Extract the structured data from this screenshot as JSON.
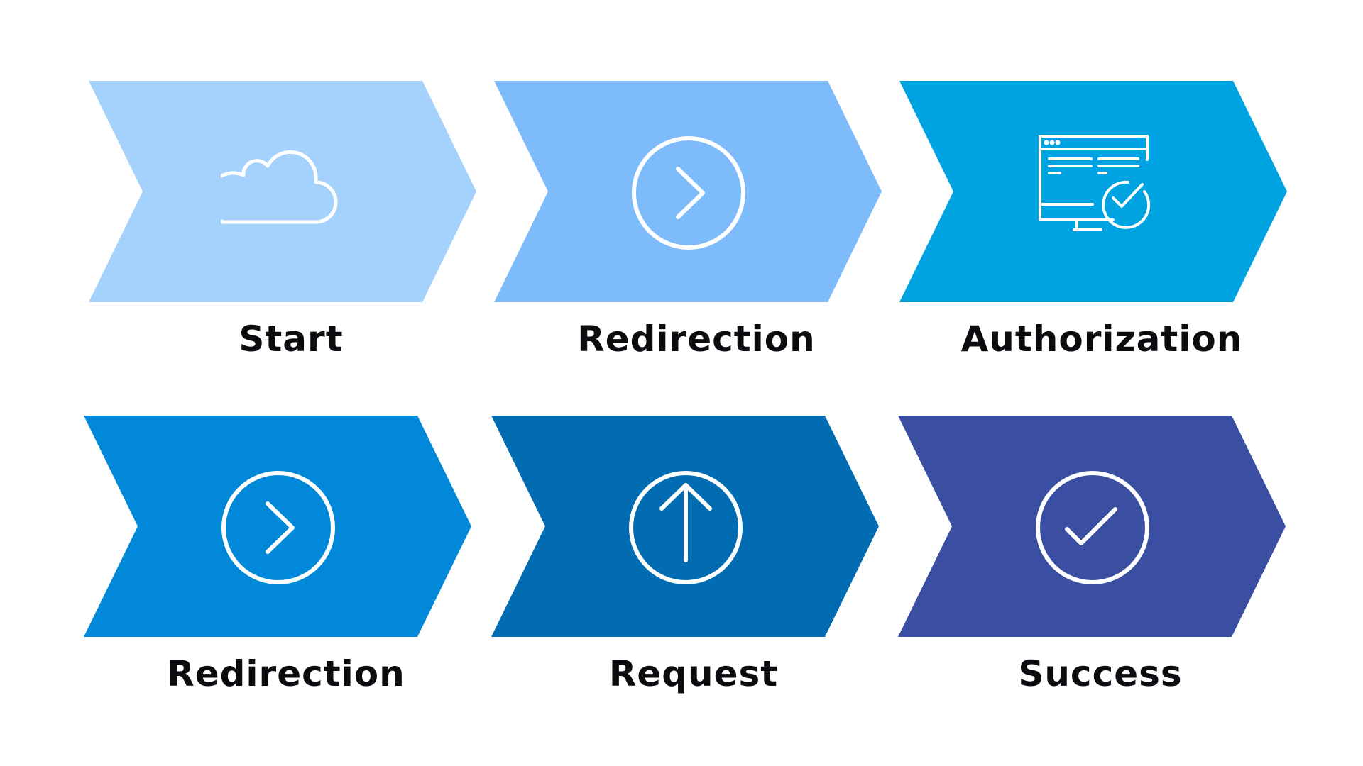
{
  "steps": [
    {
      "label": "Start",
      "icon": "cloud-icon",
      "color": "#A5D2FC"
    },
    {
      "label": "Redirection",
      "icon": "chevron-right-circle-icon",
      "color": "#7EBBFB"
    },
    {
      "label": "Authorization",
      "icon": "monitor-check-icon",
      "color": "#00A3E2"
    },
    {
      "label": "Redirection",
      "icon": "chevron-right-circle-icon",
      "color": "#0288D8"
    },
    {
      "label": "Request",
      "icon": "arrow-up-circle-icon",
      "color": "#016CB1"
    },
    {
      "label": "Success",
      "icon": "check-circle-icon",
      "color": "#3A4FA1"
    }
  ],
  "colors": {
    "icon_stroke": "#FFFFFF",
    "label_text": "#0B0C10",
    "background": "#FFFFFF"
  }
}
